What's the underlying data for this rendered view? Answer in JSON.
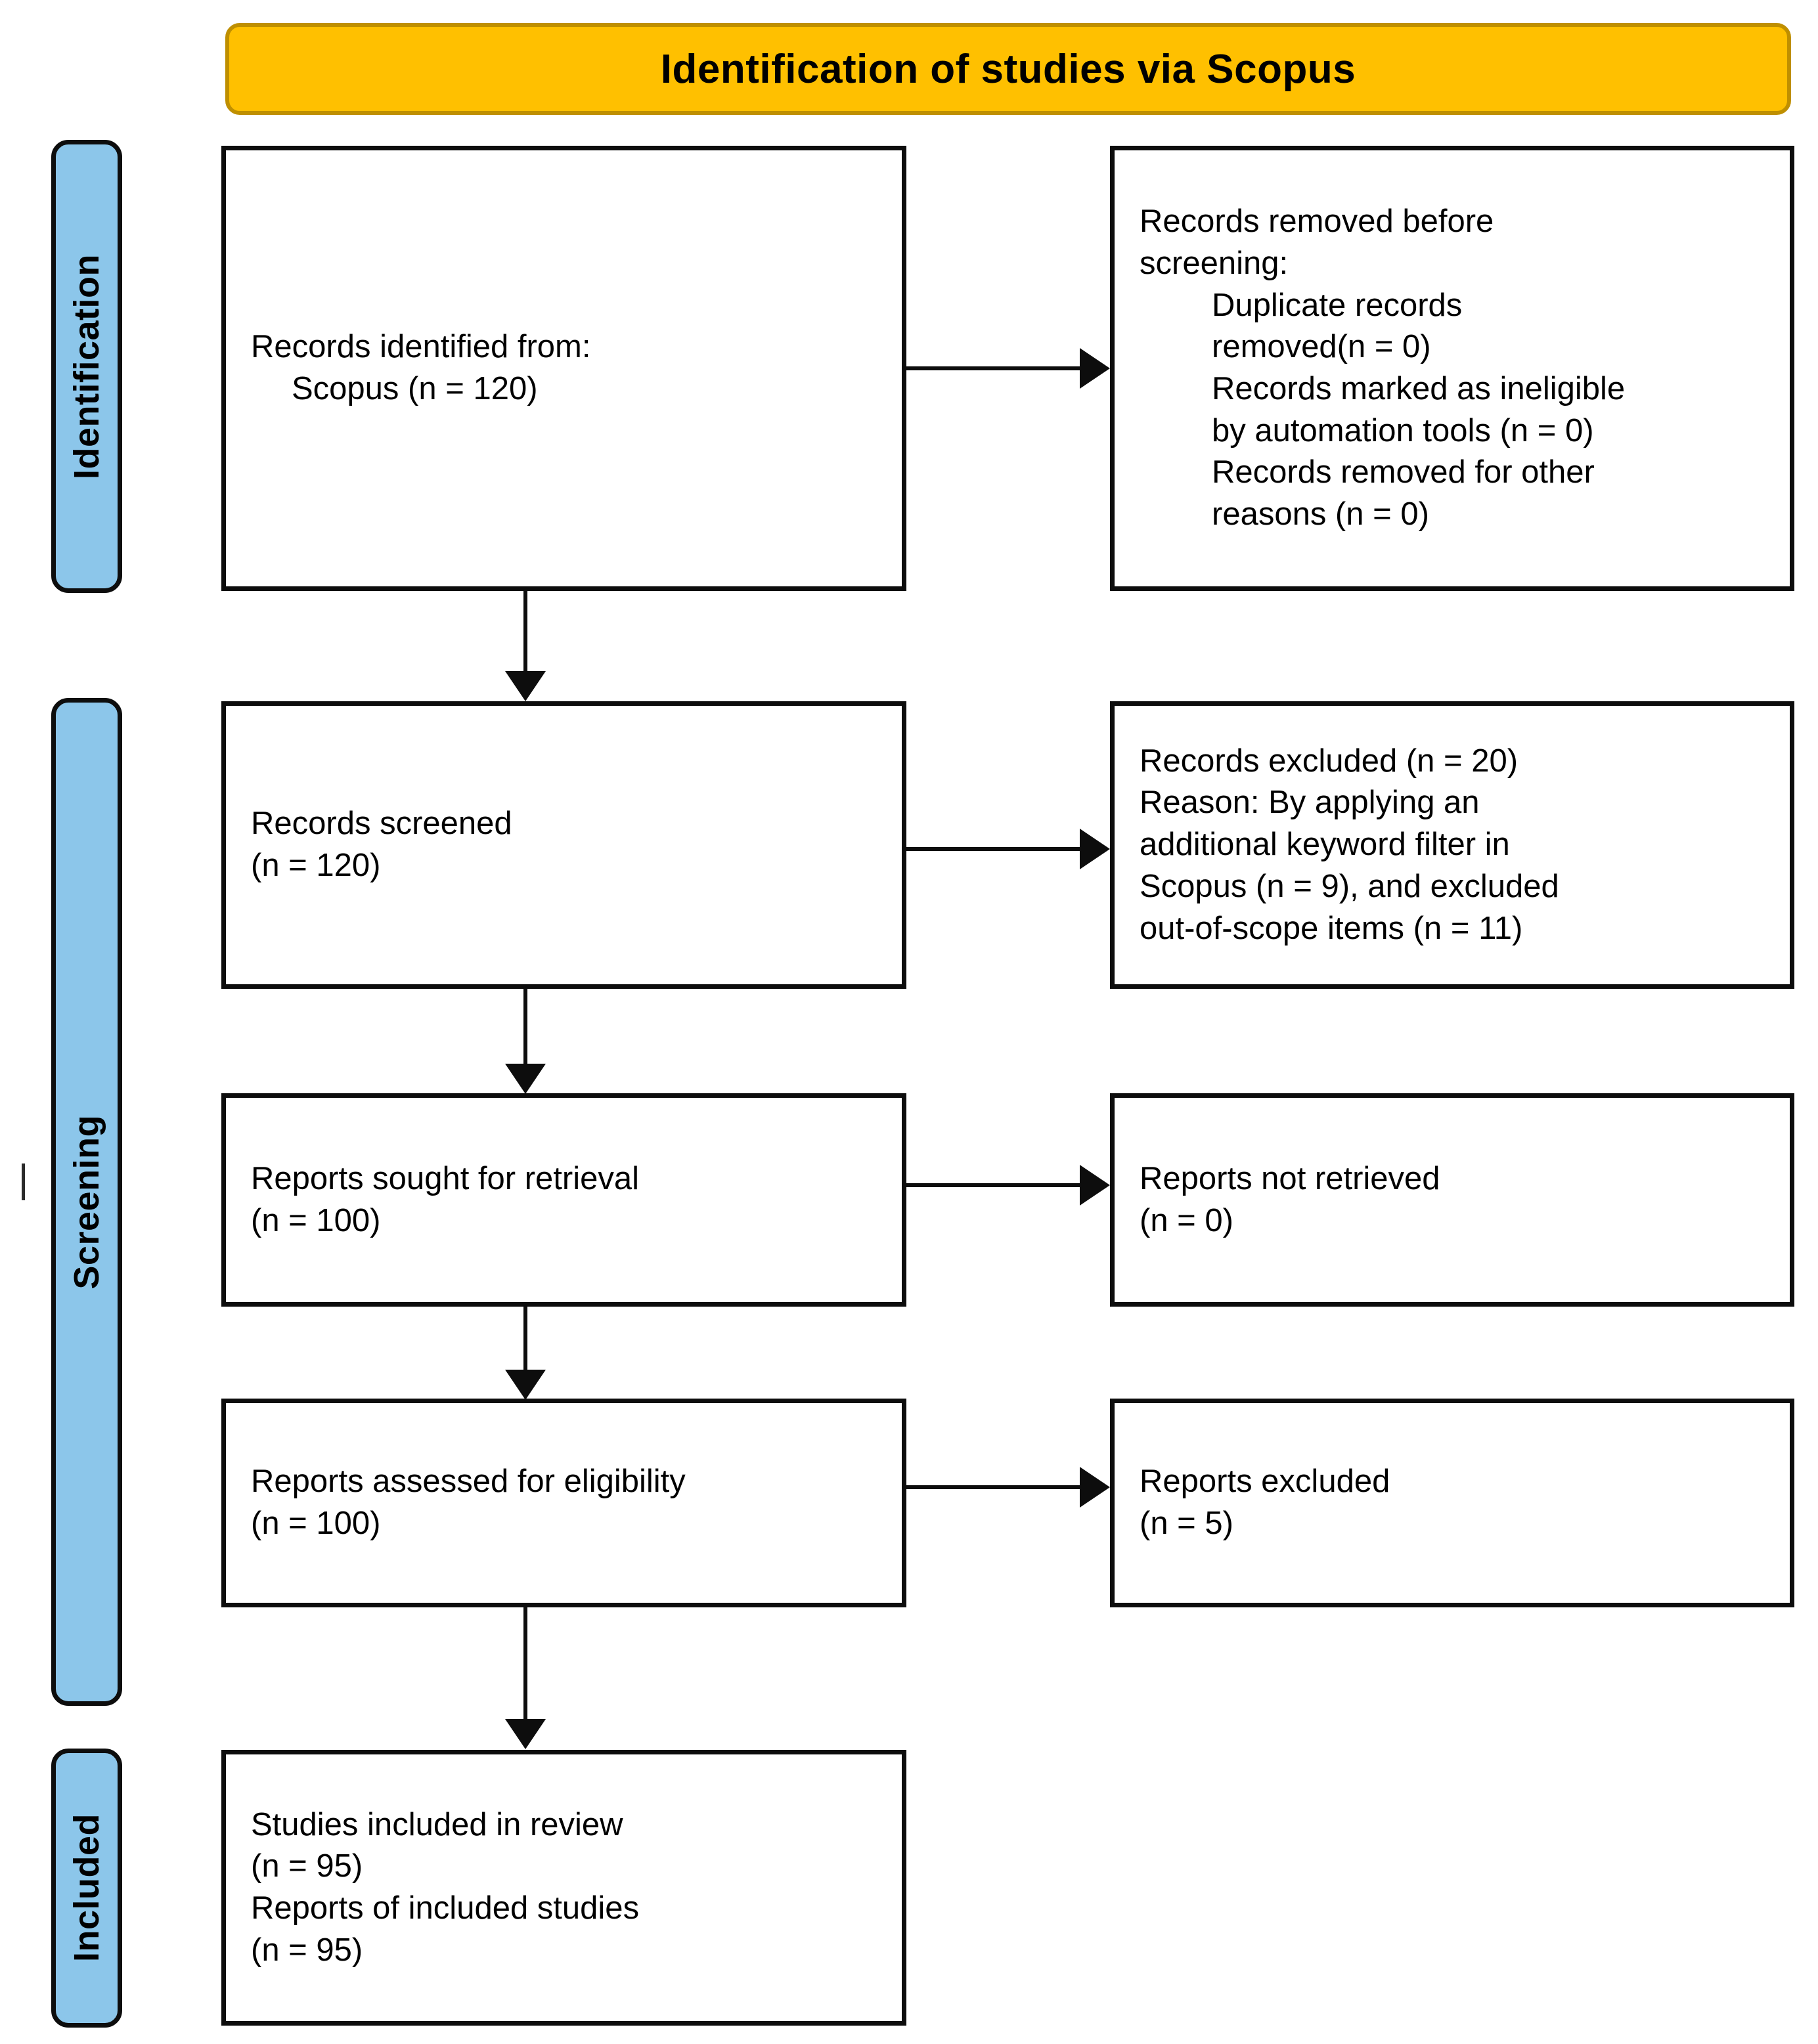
{
  "banner": {
    "title": "Identification of studies via Scopus"
  },
  "colors": {
    "banner_fill": "#FFC000",
    "banner_border": "#BF8F00",
    "stage_fill": "#8CC6EA",
    "stage_border": "#0D0D0D",
    "box_border": "#0D0D0D",
    "text": "#000000"
  },
  "stages": [
    {
      "id": "identification",
      "label": "Identification"
    },
    {
      "id": "screening",
      "label": "Screening"
    },
    {
      "id": "included",
      "label": "Included"
    }
  ],
  "boxes": {
    "identified": {
      "lines": [
        "Records identified from:",
        "Scopus (n = 120)"
      ]
    },
    "removed": {
      "line1": "Records removed ",
      "line1_italic": "before",
      "line2_italic": "screening",
      "line2_tail": ":",
      "sub": [
        "Duplicate records",
        "removed(n = 0)",
        "Records marked as ineligible",
        "by automation tools (n = 0)",
        "Records removed for other",
        "reasons (n = 0)"
      ]
    },
    "screened": {
      "lines": [
        "Records screened",
        "(n = 120)"
      ]
    },
    "excluded": {
      "lines": [
        "Records excluded (n = 20)",
        "Reason: By applying an",
        "additional keyword filter in",
        "Scopus (n = 9), and excluded",
        "out-of-scope items (n = 11)"
      ]
    },
    "sought": {
      "lines": [
        "Reports sought for retrieval",
        "(n = 100)"
      ]
    },
    "not_retrieved": {
      "lines": [
        "Reports not retrieved",
        "(n = 0)"
      ]
    },
    "assessed": {
      "lines": [
        "Reports assessed for eligibility",
        "(n = 100)"
      ]
    },
    "reports_excluded": {
      "lines": [
        "Reports excluded",
        "(n = 5)"
      ]
    },
    "included": {
      "lines": [
        "Studies included in review",
        "(n = 95)",
        "Reports of included studies",
        "(n = 95)"
      ]
    }
  },
  "chart_data": {
    "type": "diagram",
    "title": "Identification of studies via Scopus",
    "diagram_kind": "PRISMA 2020 flow diagram",
    "stages": [
      "Identification",
      "Screening",
      "Included"
    ],
    "nodes": [
      {
        "id": "identified",
        "stage": "Identification",
        "label": "Records identified from: Scopus",
        "n": 120
      },
      {
        "id": "removed",
        "stage": "Identification",
        "label": "Records removed before screening",
        "duplicates_removed": 0,
        "marked_ineligible_by_automation": 0,
        "removed_other_reasons": 0
      },
      {
        "id": "screened",
        "stage": "Screening",
        "label": "Records screened",
        "n": 120
      },
      {
        "id": "excluded",
        "stage": "Screening",
        "label": "Records excluded",
        "n": 20,
        "reason_keyword_filter_scopus": 9,
        "reason_out_of_scope": 11
      },
      {
        "id": "sought",
        "stage": "Screening",
        "label": "Reports sought for retrieval",
        "n": 100
      },
      {
        "id": "not_retrieved",
        "stage": "Screening",
        "label": "Reports not retrieved",
        "n": 0
      },
      {
        "id": "assessed",
        "stage": "Screening",
        "label": "Reports assessed for eligibility",
        "n": 100
      },
      {
        "id": "reports_excluded",
        "stage": "Screening",
        "label": "Reports excluded",
        "n": 5
      },
      {
        "id": "included_studies",
        "stage": "Included",
        "label": "Studies included in review",
        "n": 95
      },
      {
        "id": "included_reports",
        "stage": "Included",
        "label": "Reports of included studies",
        "n": 95
      }
    ],
    "edges": [
      {
        "from": "identified",
        "to": "removed",
        "direction": "right"
      },
      {
        "from": "identified",
        "to": "screened",
        "direction": "down"
      },
      {
        "from": "screened",
        "to": "excluded",
        "direction": "right"
      },
      {
        "from": "screened",
        "to": "sought",
        "direction": "down"
      },
      {
        "from": "sought",
        "to": "not_retrieved",
        "direction": "right"
      },
      {
        "from": "sought",
        "to": "assessed",
        "direction": "down"
      },
      {
        "from": "assessed",
        "to": "reports_excluded",
        "direction": "right"
      },
      {
        "from": "assessed",
        "to": "included_studies",
        "direction": "down"
      }
    ]
  }
}
